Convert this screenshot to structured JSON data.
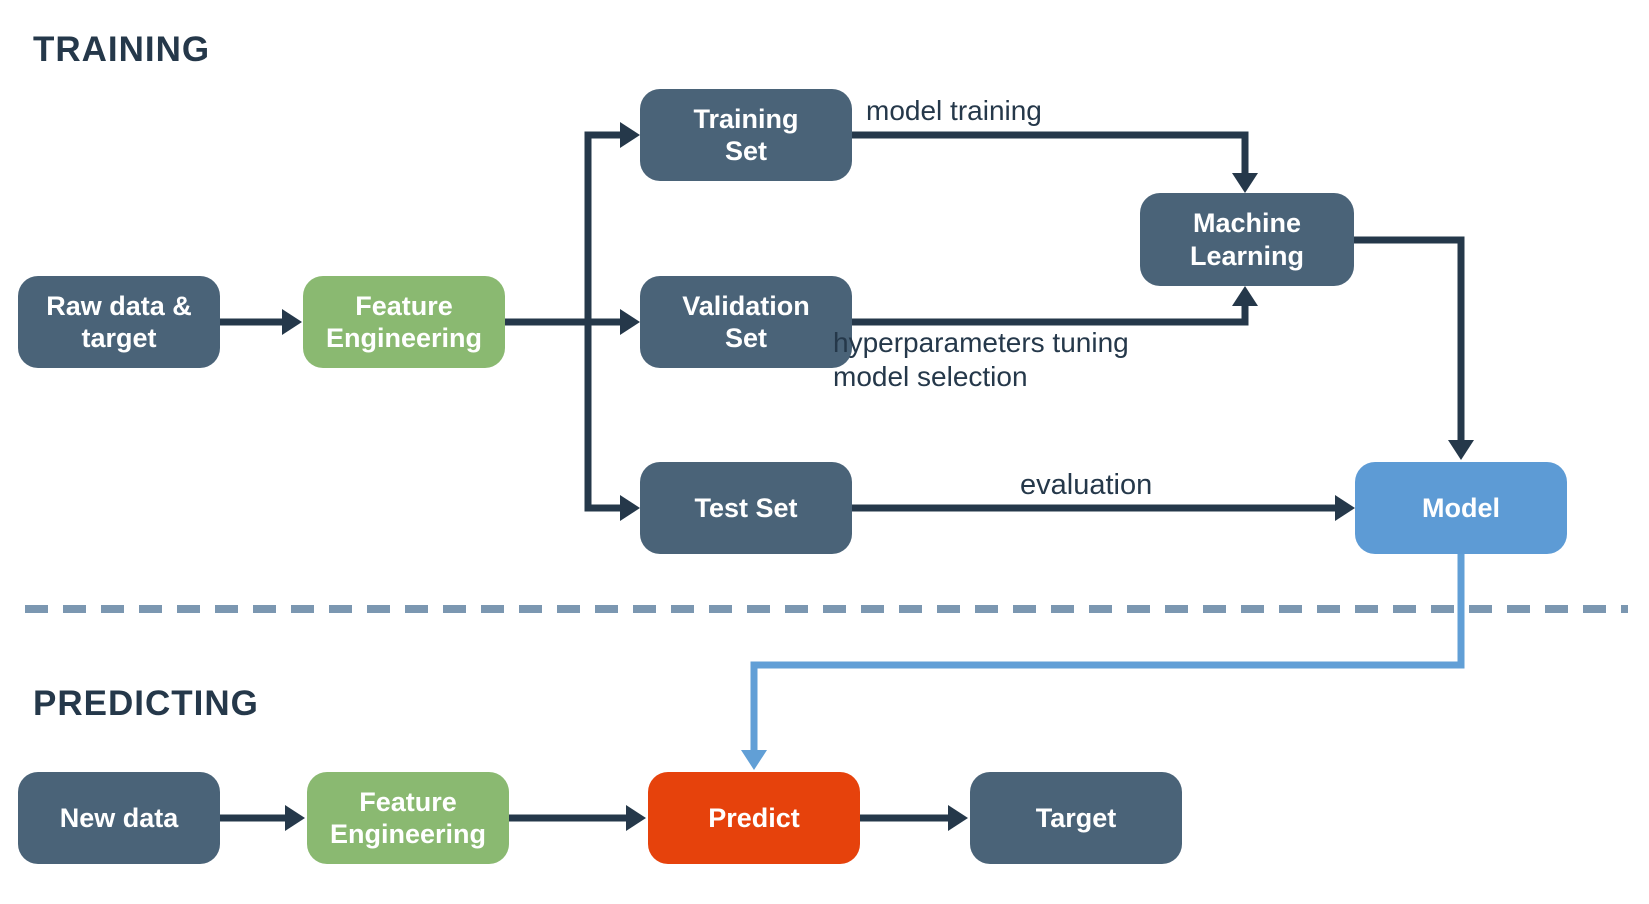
{
  "colors": {
    "background": "#ffffff",
    "dark": "#25384a",
    "slate": "#4a6378",
    "green": "#8ab971",
    "blue": "#5d9bd5",
    "orange": "#e6420c",
    "arrow": "#25384a",
    "model_arrow": "#619fd6",
    "divider": "#7b97b1"
  },
  "training": {
    "title": "TRAINING",
    "nodes": {
      "raw_data": "Raw data &\ntarget",
      "feature_engineering": "Feature\nEngineering",
      "training_set": "Training\nSet",
      "validation_set": "Validation\nSet",
      "test_set": "Test Set",
      "machine_learning": "Machine\nLearning",
      "model": "Model"
    },
    "edge_labels": {
      "model_training": "model training",
      "validation_note": "hyperparameters tuning\nmodel selection",
      "evaluation": "evaluation"
    }
  },
  "predicting": {
    "title": "PREDICTING",
    "nodes": {
      "new_data": "New data",
      "feature_engineering": "Feature\nEngineering",
      "predict": "Predict",
      "target": "Target"
    }
  }
}
